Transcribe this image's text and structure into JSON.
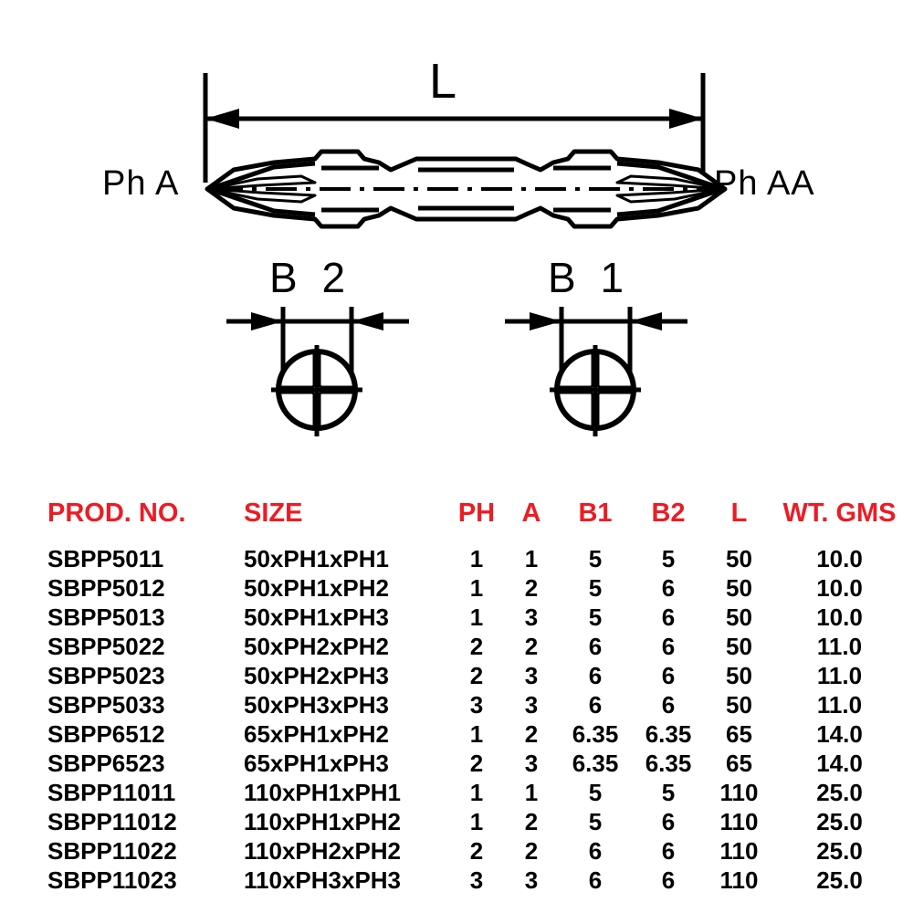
{
  "drawing": {
    "length_label": "L",
    "left_tip_label": "Ph A",
    "right_tip_label": "Ph AA",
    "section_b2_label": "B 2",
    "section_b1_label": "B 1"
  },
  "table": {
    "headers": {
      "prod_no": "PROD. NO.",
      "size": "SIZE",
      "ph": "PH",
      "a": "A",
      "b1": "B1",
      "b2": "B2",
      "l": "L",
      "wt": "WT. GMS"
    },
    "header_color": "#ec1c24",
    "body_color": "#000000",
    "rows": [
      {
        "prod_no": "SBPP5011",
        "size": "50xPH1xPH1",
        "ph": "1",
        "a": "1",
        "b1": "5",
        "b2": "5",
        "l": "50",
        "wt": "10.0"
      },
      {
        "prod_no": "SBPP5012",
        "size": "50xPH1xPH2",
        "ph": "1",
        "a": "2",
        "b1": "5",
        "b2": "6",
        "l": "50",
        "wt": "10.0"
      },
      {
        "prod_no": "SBPP5013",
        "size": "50xPH1xPH3",
        "ph": "1",
        "a": "3",
        "b1": "5",
        "b2": "6",
        "l": "50",
        "wt": "10.0"
      },
      {
        "prod_no": "SBPP5022",
        "size": "50xPH2xPH2",
        "ph": "2",
        "a": "2",
        "b1": "6",
        "b2": "6",
        "l": "50",
        "wt": "11.0"
      },
      {
        "prod_no": "SBPP5023",
        "size": "50xPH2xPH3",
        "ph": "2",
        "a": "3",
        "b1": "6",
        "b2": "6",
        "l": "50",
        "wt": "11.0"
      },
      {
        "prod_no": "SBPP5033",
        "size": "50xPH3xPH3",
        "ph": "3",
        "a": "3",
        "b1": "6",
        "b2": "6",
        "l": "50",
        "wt": "11.0"
      },
      {
        "prod_no": "SBPP6512",
        "size": "65xPH1xPH2",
        "ph": "1",
        "a": "2",
        "b1": "6.35",
        "b2": "6.35",
        "l": "65",
        "wt": "14.0"
      },
      {
        "prod_no": "SBPP6523",
        "size": "65xPH1xPH3",
        "ph": "2",
        "a": "3",
        "b1": "6.35",
        "b2": "6.35",
        "l": "65",
        "wt": "14.0"
      },
      {
        "prod_no": "SBPP11011",
        "size": "110xPH1xPH1",
        "ph": "1",
        "a": "1",
        "b1": "5",
        "b2": "5",
        "l": "110",
        "wt": "25.0"
      },
      {
        "prod_no": "SBPP11012",
        "size": "110xPH1xPH2",
        "ph": "1",
        "a": "2",
        "b1": "5",
        "b2": "6",
        "l": "110",
        "wt": "25.0"
      },
      {
        "prod_no": "SBPP11022",
        "size": "110xPH2xPH2",
        "ph": "2",
        "a": "2",
        "b1": "6",
        "b2": "6",
        "l": "110",
        "wt": "25.0"
      },
      {
        "prod_no": "SBPP11023",
        "size": "110xPH3xPH3",
        "ph": "3",
        "a": "3",
        "b1": "6",
        "b2": "6",
        "l": "110",
        "wt": "25.0"
      }
    ]
  }
}
